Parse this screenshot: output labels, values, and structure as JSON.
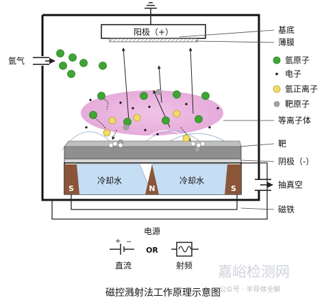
{
  "anode": {
    "label": "阳极（+）"
  },
  "side_labels": {
    "substrate": "基底",
    "film": "薄膜",
    "argon_atom": "氩原子",
    "electron": "电子",
    "argon_ion": "氩正离子",
    "target_atom": "靶原子",
    "plasma": "等离子体",
    "target": "靶",
    "cathode": "阴极（-）",
    "vacuum": "抽真空",
    "magnet": "磁铁"
  },
  "argon_inlet": "氩气",
  "cooling_water": [
    "冷却水",
    "冷却水"
  ],
  "magnet_poles": [
    "S",
    "N",
    "S"
  ],
  "power": {
    "label": "电源",
    "dc": "直流",
    "or": "OR",
    "rf": "射频"
  },
  "caption": "磁控溅射法工作原理示意图",
  "watermark": {
    "brand": "嘉峪检测网",
    "account": "公众号 · 半导体全解"
  },
  "colors": {
    "argon_atom": "#3fa535",
    "argon_ion": "#f0dc66",
    "target_atom": "#a3a3a3",
    "plasma": "#e6a9d9",
    "cooling": "#c6def3",
    "magnet": "#8a5538"
  }
}
